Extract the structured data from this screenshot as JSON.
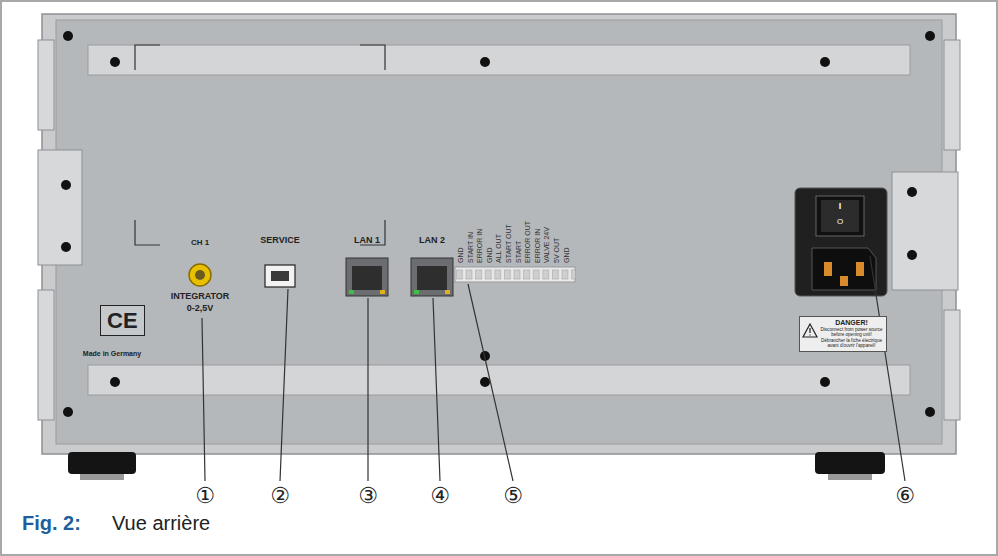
{
  "diagram": {
    "caption": "Vue arrière",
    "nodes": [
      {
        "text": [
          "CE"
        ]
      },
      {
        "text": [
          "DANGER!",
          "Disconnect from power source before opening unit! Débrancher la fiche électrique avant d'ouvrir l'appareil!"
        ]
      }
    ],
    "labels": [
      "CH 1",
      "INTEGRATOR",
      "0-2,5V",
      "SERVICE",
      "LAN 1",
      "LAN 2",
      "GND",
      "START IN",
      "ERROR IN",
      "GND",
      "ALL OUT",
      "START OUT",
      "START",
      "ERROR OUT",
      "ERROR IN",
      "VALVE 24V",
      "5V OUT",
      "GND",
      "Made in Germany",
      "I",
      "O",
      "①",
      "②",
      "③",
      "④",
      "⑤",
      "⑥",
      "Fig. 2:"
    ]
  }
}
